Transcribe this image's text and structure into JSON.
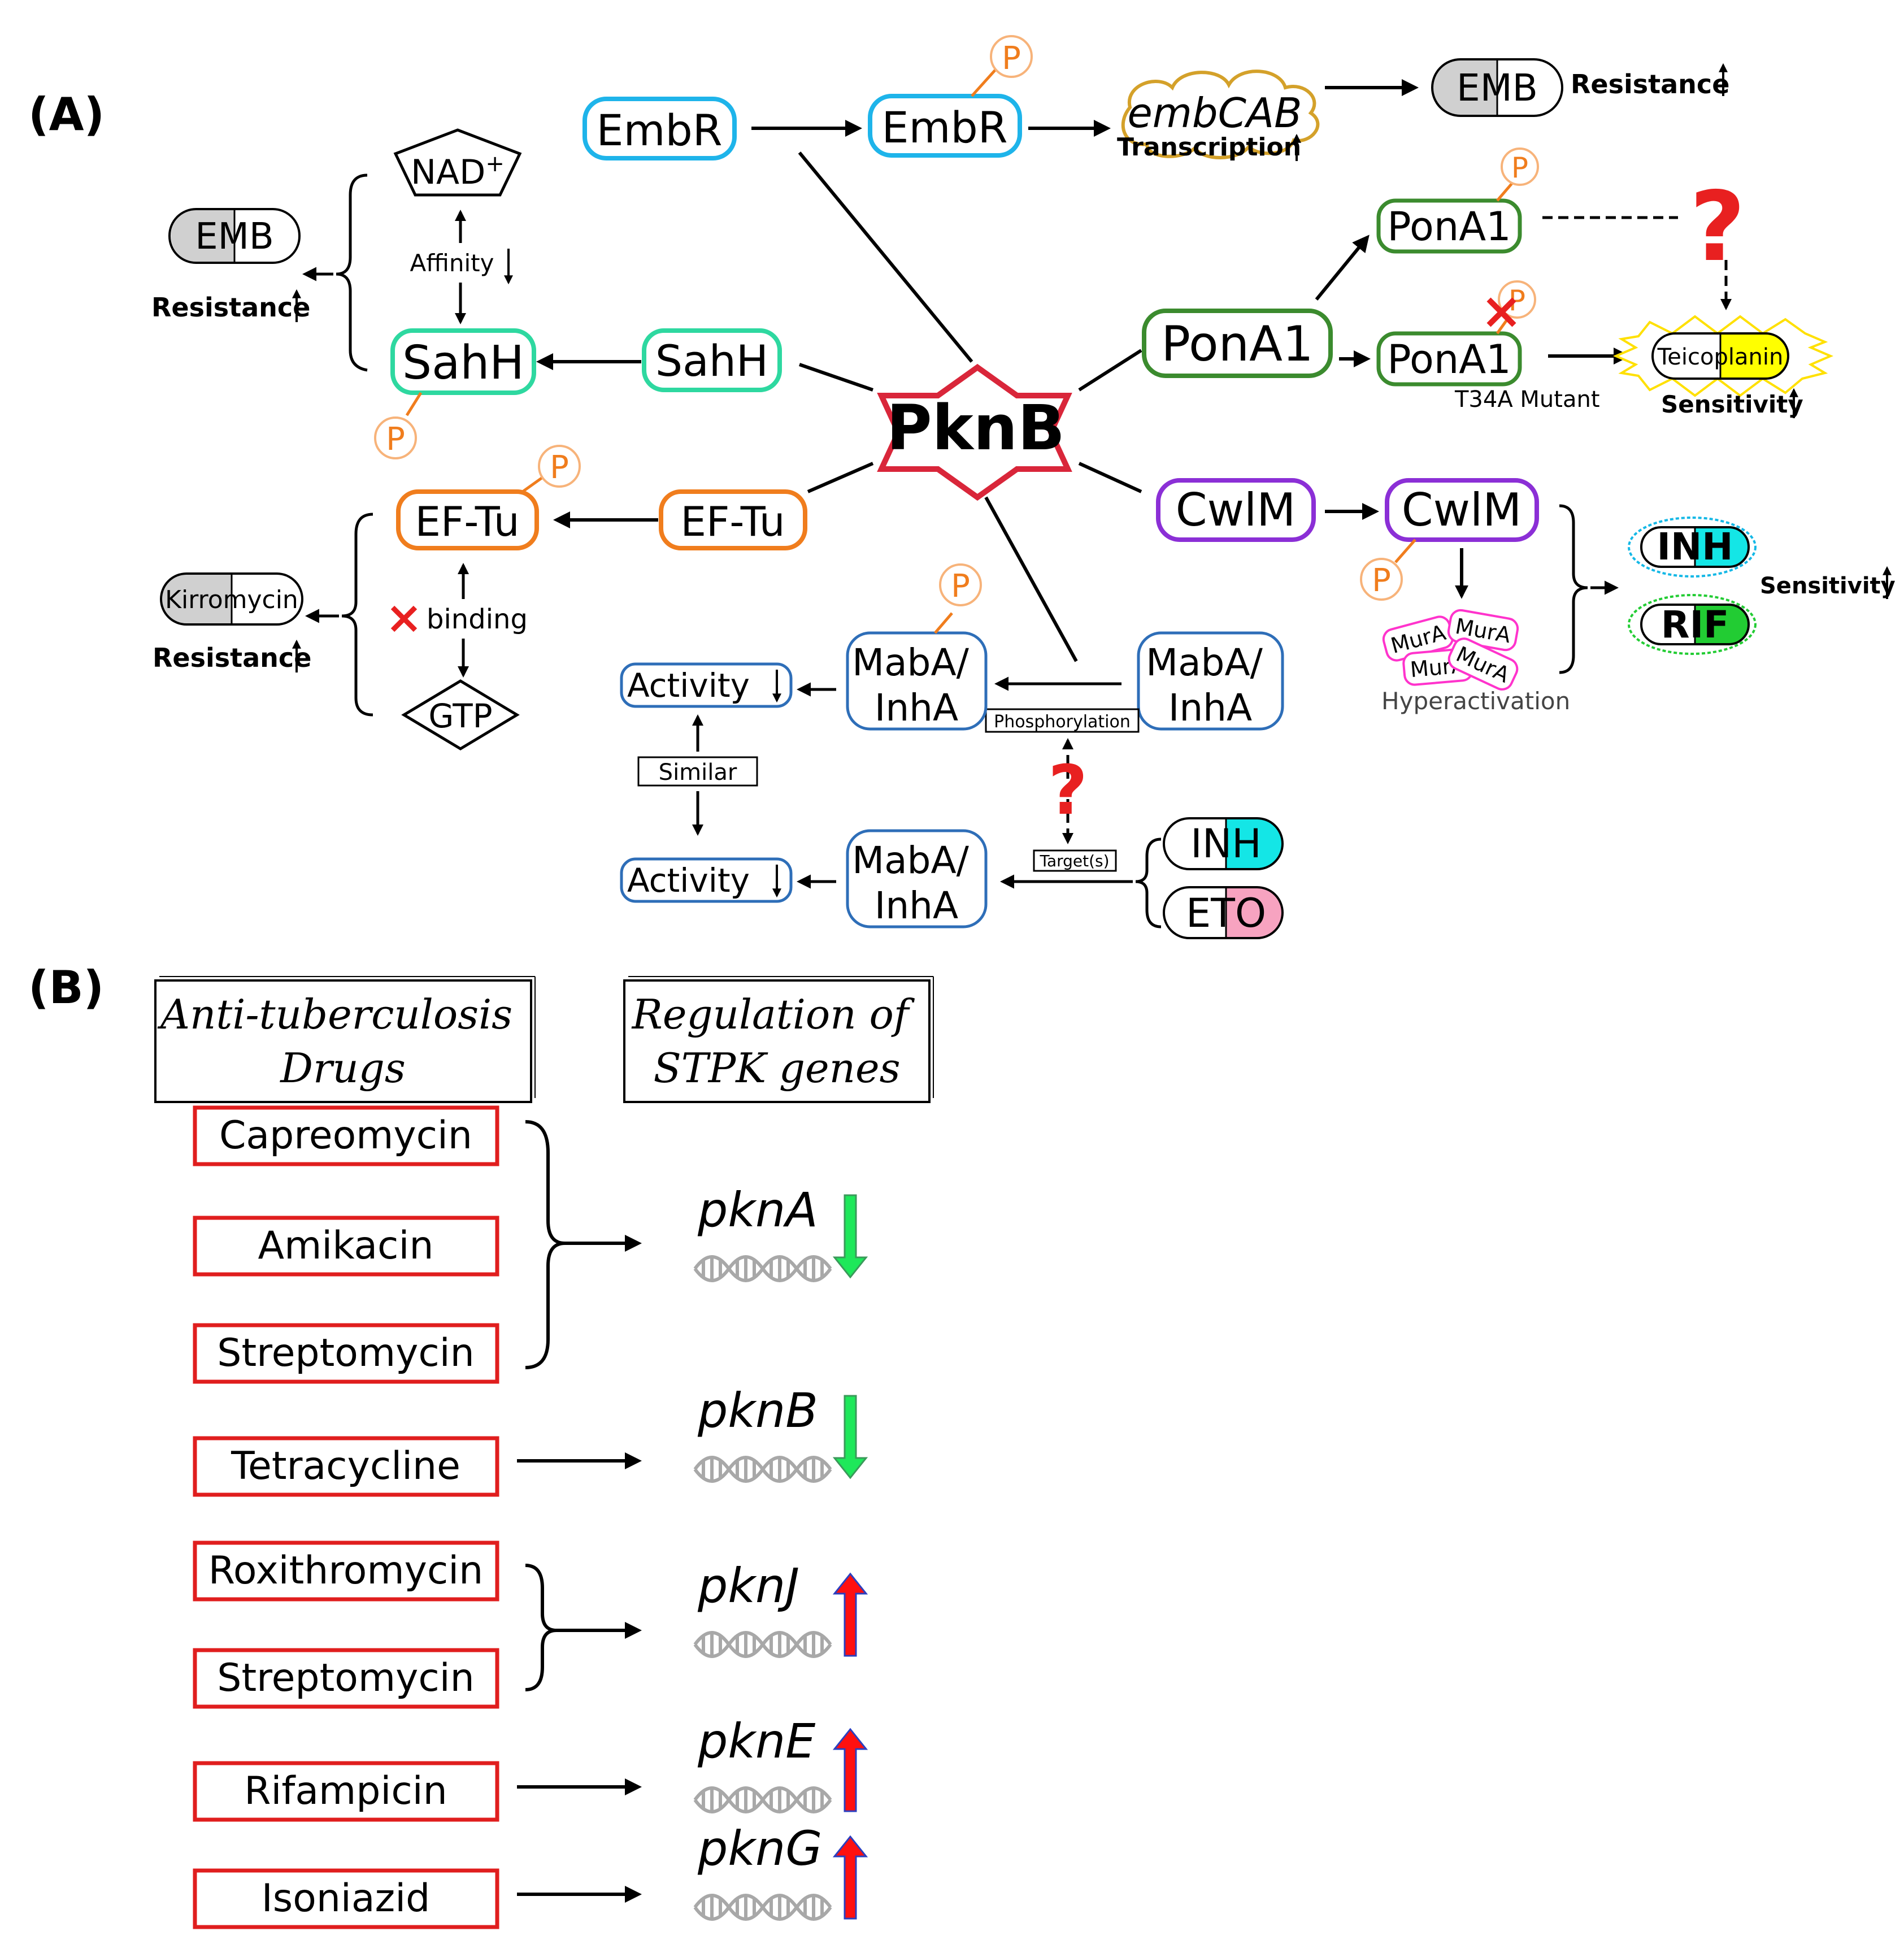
{
  "panel_a": {
    "label": "(A)",
    "center": "PknB",
    "phospho": "P",
    "embr": {
      "node": "EmbR",
      "target": "embCAB",
      "target_note": "Transcription",
      "drug": "EMB",
      "outcome": "Resistance",
      "colors": {
        "node": "#1eb4ea",
        "target": "#d4a12a"
      }
    },
    "sahh": {
      "node": "SahH",
      "cofactor": "NAD+",
      "link_note": "Affinity",
      "drug": "EMB",
      "outcome": "Resistance",
      "colors": {
        "node": "#2ed8a0"
      }
    },
    "eftu": {
      "node": "EF-Tu",
      "cofactor": "GTP",
      "link_note": "binding",
      "drug": "Kirromycin",
      "outcome": "Resistance",
      "colors": {
        "node": "#f07d1d"
      }
    },
    "pona1": {
      "node": "PonA1",
      "mutant_note": "T34A Mutant",
      "drug": "Teicoplanin",
      "outcome": "Sensitivity",
      "unknown_mark": "?",
      "colors": {
        "node": "#3b8b2e",
        "drug_fill": "#ffff00"
      }
    },
    "cwlm": {
      "node": "CwlM",
      "product": "MurA",
      "product_note": "Hyperactivation",
      "drug_1": "INH",
      "drug_2": "RIF",
      "outcome": "Sensitivity",
      "colors": {
        "node": "#8b2fd6",
        "product": "#ff33cc",
        "drug_1": "#14e6e6",
        "drug_2": "#22cc33"
      }
    },
    "maba": {
      "node": "MabA/\nInhA",
      "process": "Phosphorylation",
      "effect": "Activity",
      "relation": "Similar",
      "targets_label": "Target(s)",
      "drug_1": "INH",
      "drug_2": "ETO",
      "unknown_mark": "?",
      "colors": {
        "node": "#2e6eb8",
        "drug_1": "#14e6e6",
        "drug_2": "#f7a3c0"
      }
    },
    "colors": {
      "center": "#d9263a",
      "phospho": "#f07d1d",
      "inhibit": "#e82020",
      "unknown": "#e82020"
    }
  },
  "panel_b": {
    "label": "(B)",
    "header_drugs": "Anti-tuberculosis\nDrugs",
    "header_genes": "Regulation of\nSTPK genes",
    "drugs": [
      "Capreomycin",
      "Amikacin",
      "Streptomycin",
      "Tetracycline",
      "Roxithromycin",
      "Streptomycin",
      "Rifampicin",
      "Isoniazid"
    ],
    "genes": [
      {
        "name": "pknA",
        "direction": "down"
      },
      {
        "name": "pknB",
        "direction": "down"
      },
      {
        "name": "pknJ",
        "direction": "up"
      },
      {
        "name": "pknE",
        "direction": "up"
      },
      {
        "name": "pknG",
        "direction": "up"
      }
    ],
    "colors": {
      "drug_box": "#e01e1e",
      "down": "#1ee85a",
      "up": "#ff1010",
      "dna": "#a8a8a8"
    }
  }
}
